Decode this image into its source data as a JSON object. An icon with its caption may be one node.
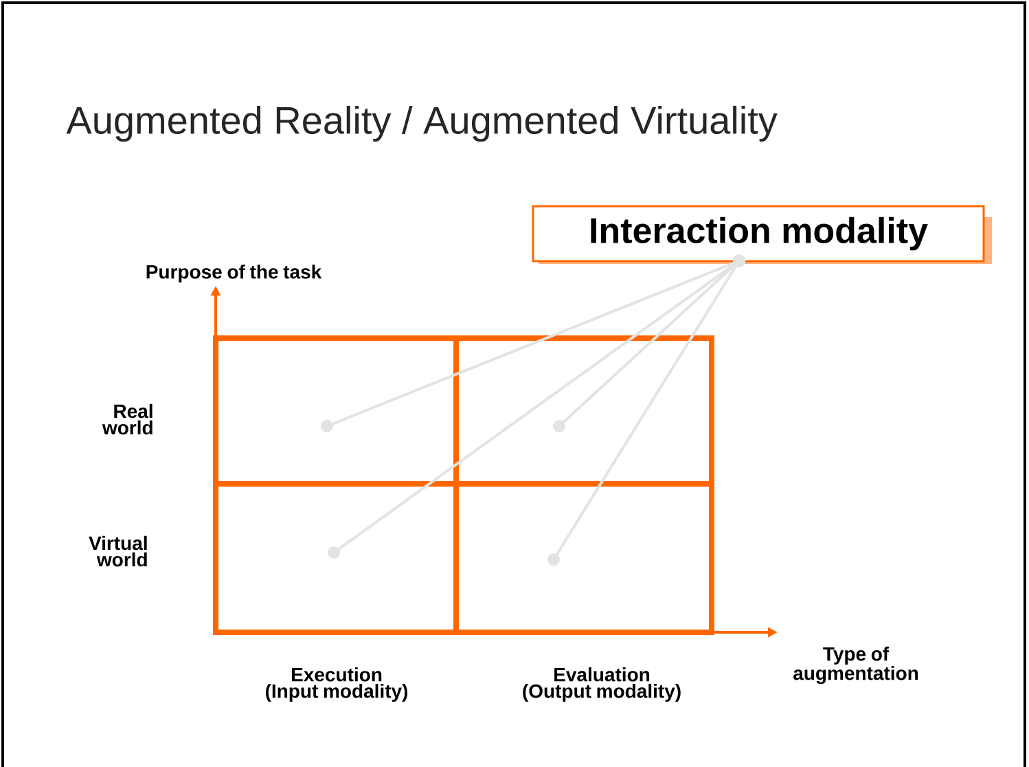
{
  "diagram": {
    "title": "Augmented Reality / Augmented Virtuality",
    "nodes": [
      {
        "text": [
          "Interaction modality"
        ]
      },
      {
        "text": [],
        "shape": "box"
      },
      {
        "text": [],
        "shape": "box"
      },
      {
        "text": [],
        "shape": "box"
      },
      {
        "text": [],
        "shape": "box"
      }
    ],
    "edges": [
      {
        "from": 0,
        "to": 1,
        "arrow": "other"
      },
      {
        "from": 0,
        "to": 2,
        "arrow": "other"
      },
      {
        "from": 0,
        "to": 3,
        "arrow": "other"
      },
      {
        "from": 0,
        "to": 4,
        "arrow": "other"
      }
    ],
    "labels": [
      "Purpose of the task",
      "Real world",
      "Virtual world",
      "Type of augmentation",
      "Execution (Input modality)",
      "Evaluation (Output modality)"
    ]
  }
}
